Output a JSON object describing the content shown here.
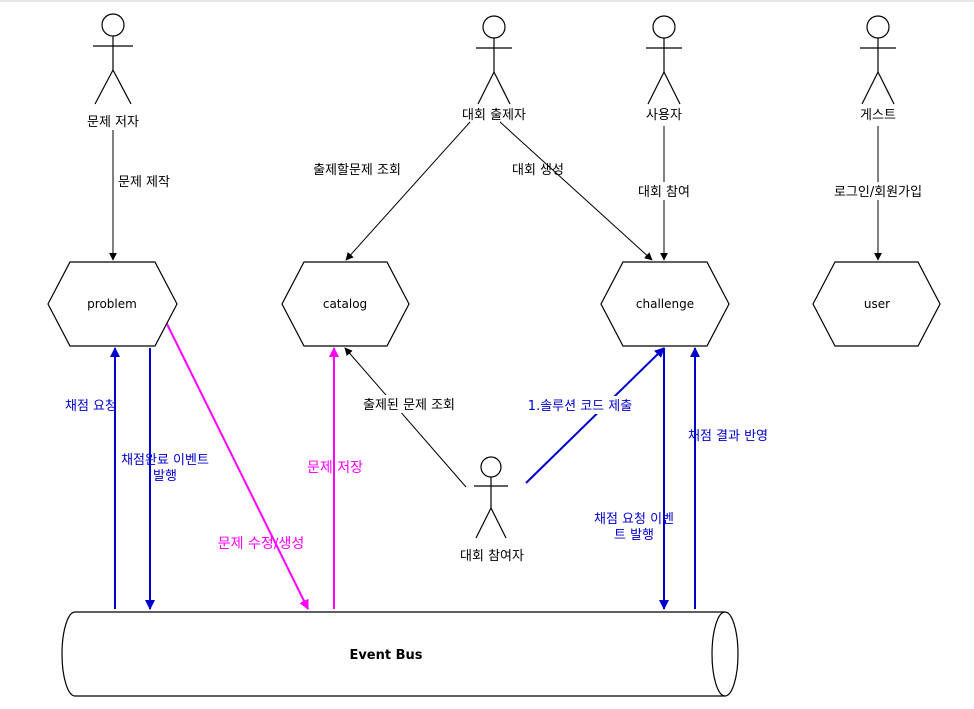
{
  "actors": {
    "problem_author": "문제 저자",
    "contest_setter": "대회 출제자",
    "user": "사용자",
    "guest": "게스트",
    "participant": "대회 참여자"
  },
  "services": {
    "problem": "problem",
    "catalog": "catalog",
    "challenge": "challenge",
    "user": "user"
  },
  "event_bus": "Event Bus",
  "edges": {
    "create_problem": "문제 제작",
    "query_problems": "출제할문제 조회",
    "create_contest": "대회 생성",
    "join_contest": "대회 참여",
    "login_signup": "로그인/회원가입",
    "grading_request": "채점 요청",
    "grading_done_1": "채점완료 이벤트",
    "grading_done_2": "발행",
    "problem_modify": "문제 수정/생성",
    "problem_save": "문제 저장",
    "query_set_problems": "출제된 문제 조회",
    "submit_solution": "1.솔루션 코드 제출",
    "grading_event_1": "채점 요청 이벤",
    "grading_event_2": "트 발행",
    "apply_result": "채점 결과 반영"
  },
  "colors": {
    "black": "#000000",
    "blue": "#0000cc",
    "pink": "#ff00ff"
  }
}
